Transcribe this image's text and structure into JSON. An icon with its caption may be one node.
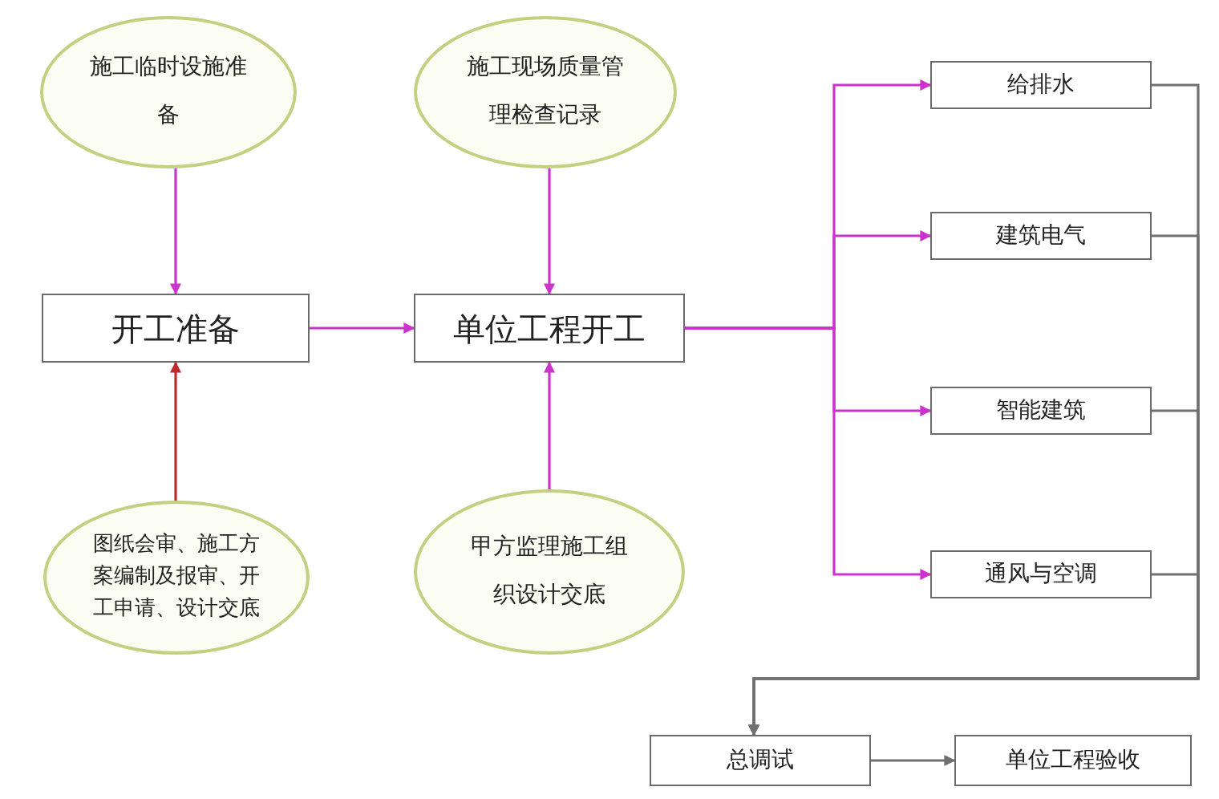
{
  "diagram": {
    "nodes": [
      {
        "text": [
          "施工临时设施准备"
        ]
      },
      {
        "text": [
          "施工现场质量管理检查记录"
        ]
      },
      {
        "text": [
          "开工准备"
        ]
      },
      {
        "text": [
          "单位工程开工"
        ]
      },
      {
        "text": [
          "给排水"
        ]
      },
      {
        "text": [
          "建筑电气"
        ]
      },
      {
        "text": [
          "智能建筑"
        ]
      },
      {
        "text": [
          "通风与空调"
        ]
      },
      {
        "text": [
          "图纸会审、施工方案编制及报审、开工申请、设计交底"
        ]
      },
      {
        "text": [
          "甲方监理施工组织设计交底"
        ]
      },
      {
        "text": [
          "总调试"
        ]
      },
      {
        "text": [
          "单位工程验收"
        ]
      }
    ],
    "edges": [
      {
        "from": 0,
        "to": 2,
        "arrow": "to"
      },
      {
        "from": 1,
        "to": 3,
        "arrow": "to"
      },
      {
        "from": 2,
        "to": 3,
        "arrow": "to"
      },
      {
        "from": 8,
        "to": 2,
        "arrow": "to",
        "color": "#c0282d"
      },
      {
        "from": 9,
        "to": 3,
        "arrow": "to"
      },
      {
        "from": 3,
        "to": 4,
        "arrow": "to"
      },
      {
        "from": 3,
        "to": 5,
        "arrow": "to"
      },
      {
        "from": 3,
        "to": 6,
        "arrow": "to"
      },
      {
        "from": 3,
        "to": 7,
        "arrow": "to"
      },
      {
        "from": 4,
        "to": 10,
        "arrow": "to",
        "color": "#707070"
      },
      {
        "from": 5,
        "to": 10,
        "arrow": "to",
        "color": "#707070"
      },
      {
        "from": 6,
        "to": 10,
        "arrow": "to",
        "color": "#707070"
      },
      {
        "from": 7,
        "to": 10,
        "arrow": "to",
        "color": "#707070"
      },
      {
        "from": 10,
        "to": 11,
        "arrow": "to",
        "color": "#707070"
      }
    ]
  }
}
